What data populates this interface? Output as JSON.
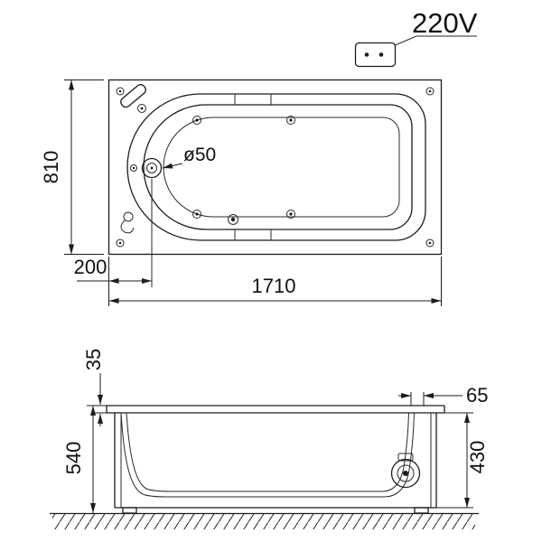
{
  "drawing": {
    "voltage": "220V",
    "top_view": {
      "width_mm": "810",
      "drain_offset_mm": "200",
      "length_mm": "1710",
      "drain_diameter": "ø50"
    },
    "side_view": {
      "rim_lip_mm": "35",
      "total_height_mm": "540",
      "pump_offset_mm": "65",
      "body_height_mm": "430"
    }
  }
}
